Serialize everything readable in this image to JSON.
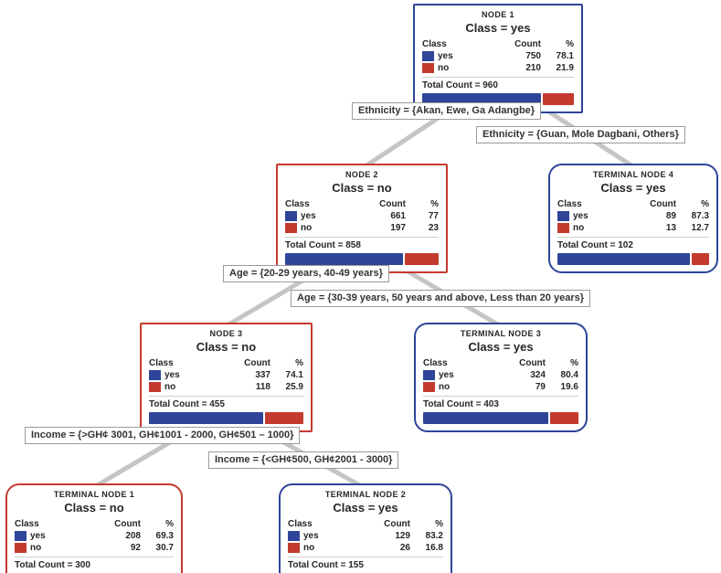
{
  "colors": {
    "yes_blue": "#2e4599",
    "no_red": "#c43a2f",
    "edge_gray": "#c5c5c5",
    "label_border": "#9b9b9b",
    "text_dark": "#262626"
  },
  "table_header": {
    "class": "Class",
    "count": "Count",
    "pct": "%"
  },
  "nodes": [
    {
      "id": "node1",
      "title": "NODE 1",
      "class_label": "Class = yes",
      "rows": [
        {
          "label": "yes",
          "count": "750",
          "pct": "78.1"
        },
        {
          "label": "no",
          "count": "210",
          "pct": "21.9"
        }
      ],
      "total": "Total Count = 960",
      "pct_yes": 78.1
    },
    {
      "id": "node2",
      "title": "NODE 2",
      "class_label": "Class = no",
      "rows": [
        {
          "label": "yes",
          "count": "661",
          "pct": "77"
        },
        {
          "label": "no",
          "count": "197",
          "pct": "23"
        }
      ],
      "total": "Total Count = 858",
      "pct_yes": 77
    },
    {
      "id": "terminal-node-4",
      "title": "TERMINAL NODE 4",
      "class_label": "Class = yes",
      "rows": [
        {
          "label": "yes",
          "count": "89",
          "pct": "87.3"
        },
        {
          "label": "no",
          "count": "13",
          "pct": "12.7"
        }
      ],
      "total": "Total Count = 102",
      "pct_yes": 87.3
    },
    {
      "id": "node3",
      "title": "NODE 3",
      "class_label": "Class = no",
      "rows": [
        {
          "label": "yes",
          "count": "337",
          "pct": "74.1"
        },
        {
          "label": "no",
          "count": "118",
          "pct": "25.9"
        }
      ],
      "total": "Total Count = 455",
      "pct_yes": 74.1
    },
    {
      "id": "terminal-node-3",
      "title": "TERMINAL NODE 3",
      "class_label": "Class = yes",
      "rows": [
        {
          "label": "yes",
          "count": "324",
          "pct": "80.4"
        },
        {
          "label": "no",
          "count": "79",
          "pct": "19.6"
        }
      ],
      "total": "Total Count = 403",
      "pct_yes": 80.4
    },
    {
      "id": "terminal-node-1",
      "title": "TERMINAL NODE 1",
      "class_label": "Class = no",
      "rows": [
        {
          "label": "yes",
          "count": "208",
          "pct": "69.3"
        },
        {
          "label": "no",
          "count": "92",
          "pct": "30.7"
        }
      ],
      "total": "Total Count = 300",
      "pct_yes": 69.3
    },
    {
      "id": "terminal-node-2",
      "title": "TERMINAL NODE 2",
      "class_label": "Class = yes",
      "rows": [
        {
          "label": "yes",
          "count": "129",
          "pct": "83.2"
        },
        {
          "label": "no",
          "count": "26",
          "pct": "16.8"
        }
      ],
      "total": "Total Count = 155",
      "pct_yes": 83.2
    }
  ],
  "edge_labels": [
    {
      "label": "Ethnicity = {Akan, Ewe, Ga Adangbe}"
    },
    {
      "label": "Ethnicity = {Guan, Mole Dagbani, Others}"
    },
    {
      "label": "Age = {20-29 years, 40-49 years}"
    },
    {
      "label": "Age = {30-39 years, 50 years and above, Less than 20 years}"
    },
    {
      "label": "Income = {>GH¢ 3001, GH¢1001 - 2000, GH¢501 – 1000}"
    },
    {
      "label": "Income = {<GH¢500, GH¢2001 - 3000}"
    }
  ]
}
